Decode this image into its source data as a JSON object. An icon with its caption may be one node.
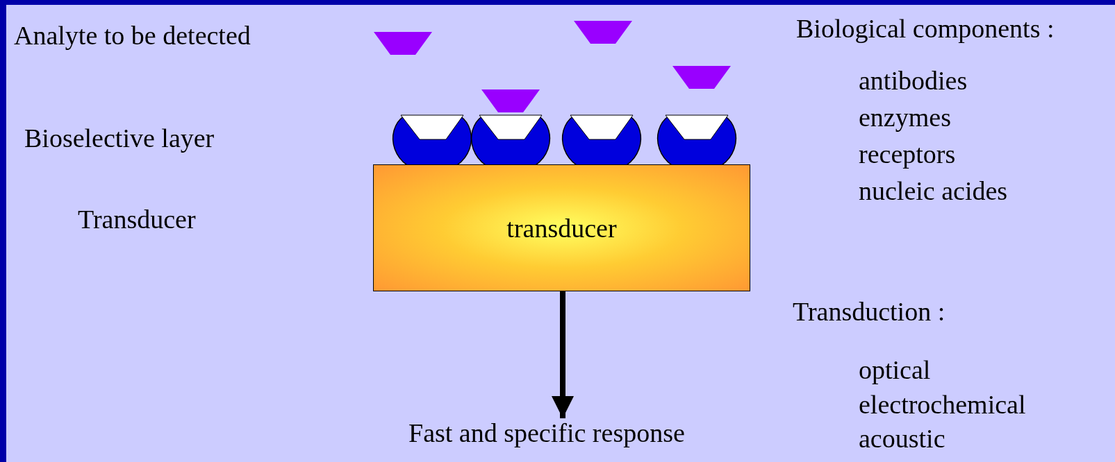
{
  "diagram": {
    "nodes": [
      {
        "text": [
          "transducer"
        ]
      },
      {
        "text": [
          "Fast and specific response"
        ]
      }
    ],
    "edges": [
      {
        "from": 0,
        "to": 1,
        "arrow": "to"
      }
    ],
    "labels": [
      "Analyte to be detected",
      "Biological components :",
      "antibodies",
      "enzymes",
      "Bioselective layer",
      "receptors",
      "nucleic acides",
      "Transducer",
      "Transduction :",
      "optical",
      "electrochemical",
      "acoustic"
    ]
  }
}
